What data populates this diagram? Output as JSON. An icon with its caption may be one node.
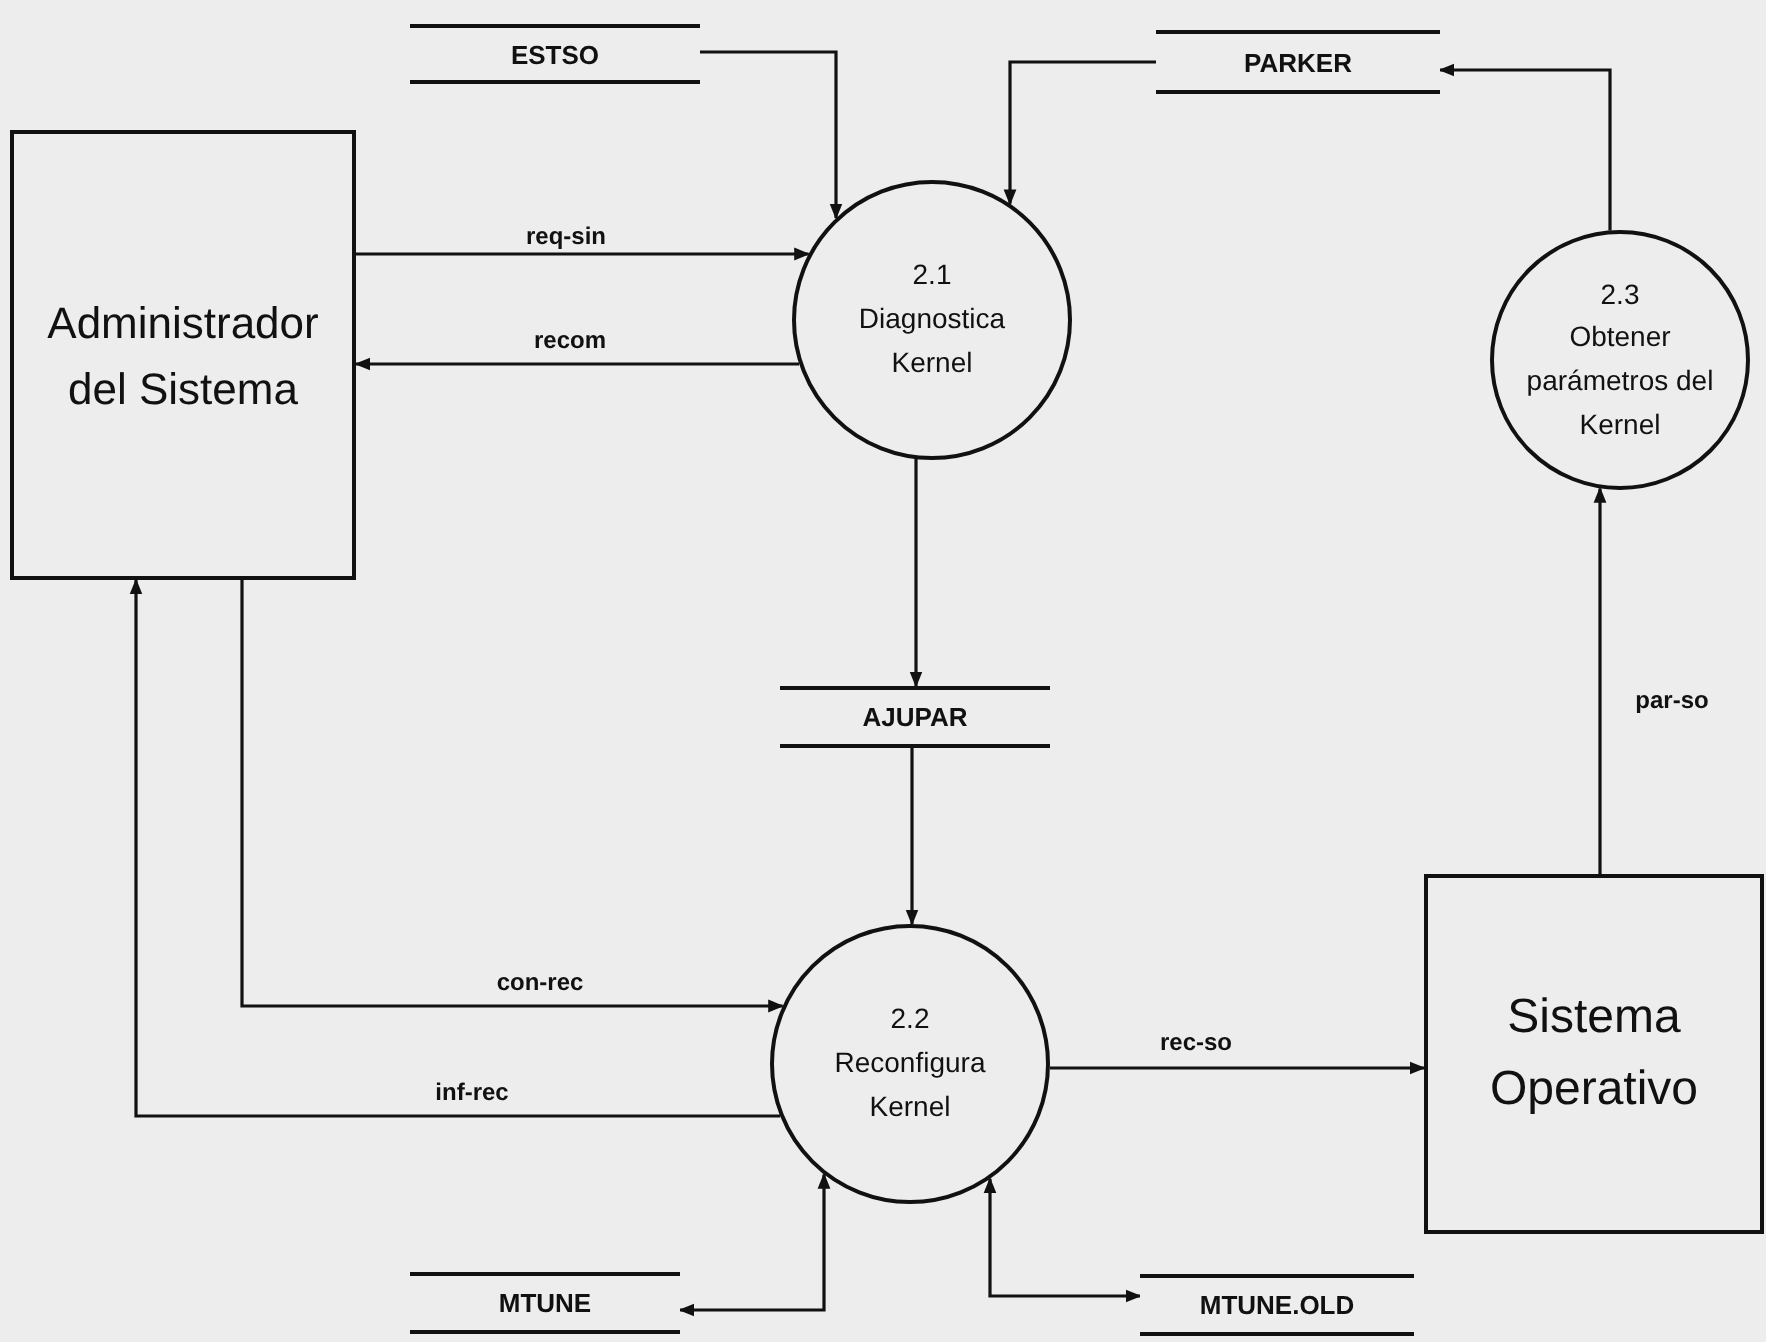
{
  "diagram": {
    "nodes": [
      {
        "text": [
          "Administrador del Sistema"
        ]
      },
      {
        "text": [
          "ESTSO"
        ]
      },
      {
        "text": [
          "PARKER"
        ]
      },
      {
        "text": [
          "2.1",
          "Diagnostica Kernel"
        ]
      },
      {
        "text": [
          "2.3",
          "Obtener parámetros del Kernel"
        ]
      },
      {
        "text": [
          "AJUPAR"
        ]
      },
      {
        "text": [
          "2.2",
          "Reconfigura Kernel"
        ]
      },
      {
        "text": [
          "Sistema Operativo"
        ]
      },
      {
        "text": [
          "MTUNE"
        ]
      },
      {
        "text": [
          "MTUNE.OLD"
        ]
      }
    ],
    "edges": [
      {
        "from": 1,
        "to": 3,
        "arrow": "to"
      },
      {
        "from": 2,
        "to": 3,
        "arrow": "to"
      },
      {
        "from": 4,
        "to": 2,
        "arrow": "to"
      },
      {
        "from": 0,
        "to": 3,
        "arrow": "to",
        "label": "req-sin"
      },
      {
        "from": 3,
        "to": 0,
        "arrow": "to",
        "label": "recom"
      },
      {
        "from": 3,
        "to": 5,
        "arrow": "to"
      },
      {
        "from": 5,
        "to": 6,
        "arrow": "to"
      },
      {
        "from": 0,
        "to": 6,
        "arrow": "to",
        "label": "con-rec"
      },
      {
        "from": 6,
        "to": 0,
        "arrow": "to",
        "label": "inf-rec"
      },
      {
        "from": 6,
        "to": 7,
        "arrow": "to",
        "label": "rec-so"
      },
      {
        "from": 7,
        "to": 4,
        "arrow": "to",
        "label": "par-so"
      },
      {
        "from": 6,
        "to": 8,
        "arrow": "both"
      },
      {
        "from": 6,
        "to": 9,
        "arrow": "both"
      }
    ]
  }
}
